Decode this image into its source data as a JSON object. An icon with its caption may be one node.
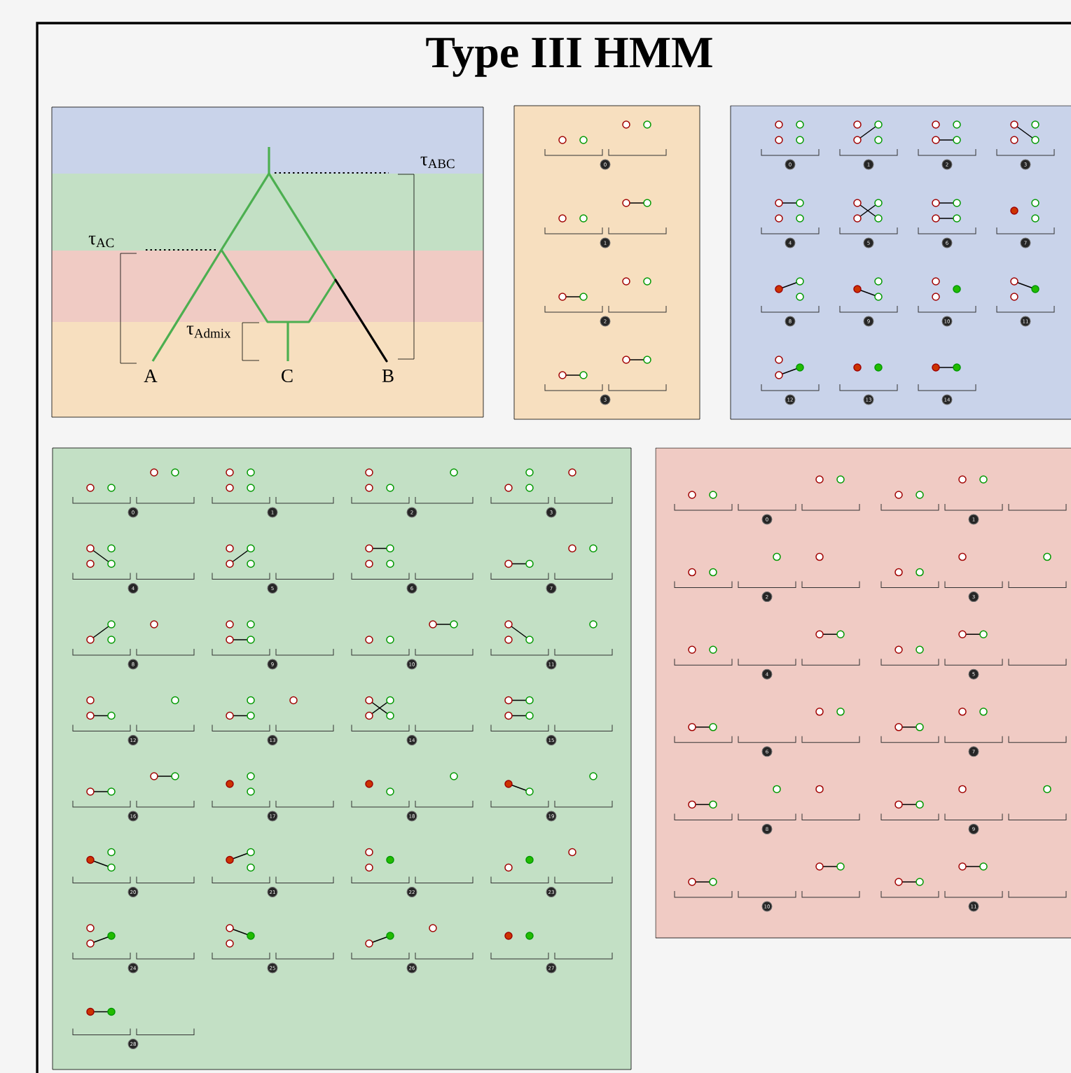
{
  "diagram": {
    "title": "Type III HMM",
    "nodes": [
      {
        "text": [
          "0"
        ]
      },
      {
        "text": [
          "1"
        ]
      },
      {
        "text": [
          "2"
        ]
      },
      {
        "text": [
          "3"
        ]
      },
      {
        "text": [
          "0"
        ]
      },
      {
        "text": [
          "1"
        ]
      },
      {
        "text": [
          "2"
        ]
      },
      {
        "text": [
          "3"
        ]
      },
      {
        "text": [
          "4"
        ]
      },
      {
        "text": [
          "5"
        ]
      },
      {
        "text": [
          "6"
        ]
      },
      {
        "text": [
          "7"
        ]
      },
      {
        "text": [
          "8"
        ]
      },
      {
        "text": [
          "9"
        ]
      },
      {
        "text": [
          "10"
        ]
      },
      {
        "text": [
          "11"
        ]
      },
      {
        "text": [
          "12"
        ]
      },
      {
        "text": [
          "13"
        ]
      },
      {
        "text": [
          "14"
        ]
      },
      {
        "text": [
          "0"
        ]
      },
      {
        "text": [
          "1"
        ]
      },
      {
        "text": [
          "2"
        ]
      },
      {
        "text": [
          "3"
        ]
      },
      {
        "text": [
          "4"
        ]
      },
      {
        "text": [
          "5"
        ]
      },
      {
        "text": [
          "6"
        ]
      },
      {
        "text": [
          "7"
        ]
      },
      {
        "text": [
          "8"
        ]
      },
      {
        "text": [
          "9"
        ]
      },
      {
        "text": [
          "10"
        ]
      },
      {
        "text": [
          "11"
        ]
      },
      {
        "text": [
          "12"
        ]
      },
      {
        "text": [
          "13"
        ]
      },
      {
        "text": [
          "14"
        ]
      },
      {
        "text": [
          "15"
        ]
      },
      {
        "text": [
          "16"
        ]
      },
      {
        "text": [
          "17"
        ]
      },
      {
        "text": [
          "18"
        ]
      },
      {
        "text": [
          "19"
        ]
      },
      {
        "text": [
          "20"
        ]
      },
      {
        "text": [
          "21"
        ]
      },
      {
        "text": [
          "22"
        ]
      },
      {
        "text": [
          "23"
        ]
      },
      {
        "text": [
          "24"
        ]
      },
      {
        "text": [
          "25"
        ]
      },
      {
        "text": [
          "26"
        ]
      },
      {
        "text": [
          "27"
        ]
      },
      {
        "text": [
          "28"
        ]
      },
      {
        "text": [
          "0"
        ]
      },
      {
        "text": [
          "1"
        ]
      },
      {
        "text": [
          "2"
        ]
      },
      {
        "text": [
          "3"
        ]
      },
      {
        "text": [
          "4"
        ]
      },
      {
        "text": [
          "5"
        ]
      },
      {
        "text": [
          "6"
        ]
      },
      {
        "text": [
          "7"
        ]
      },
      {
        "text": [
          "8"
        ]
      },
      {
        "text": [
          "9"
        ]
      },
      {
        "text": [
          "10"
        ]
      },
      {
        "text": [
          "11"
        ]
      }
    ],
    "labels": [
      "τ$_{ABC}$",
      "τ$_{AC}$",
      "τ$_{Admix}$",
      "A",
      "C",
      "B"
    ]
  }
}
